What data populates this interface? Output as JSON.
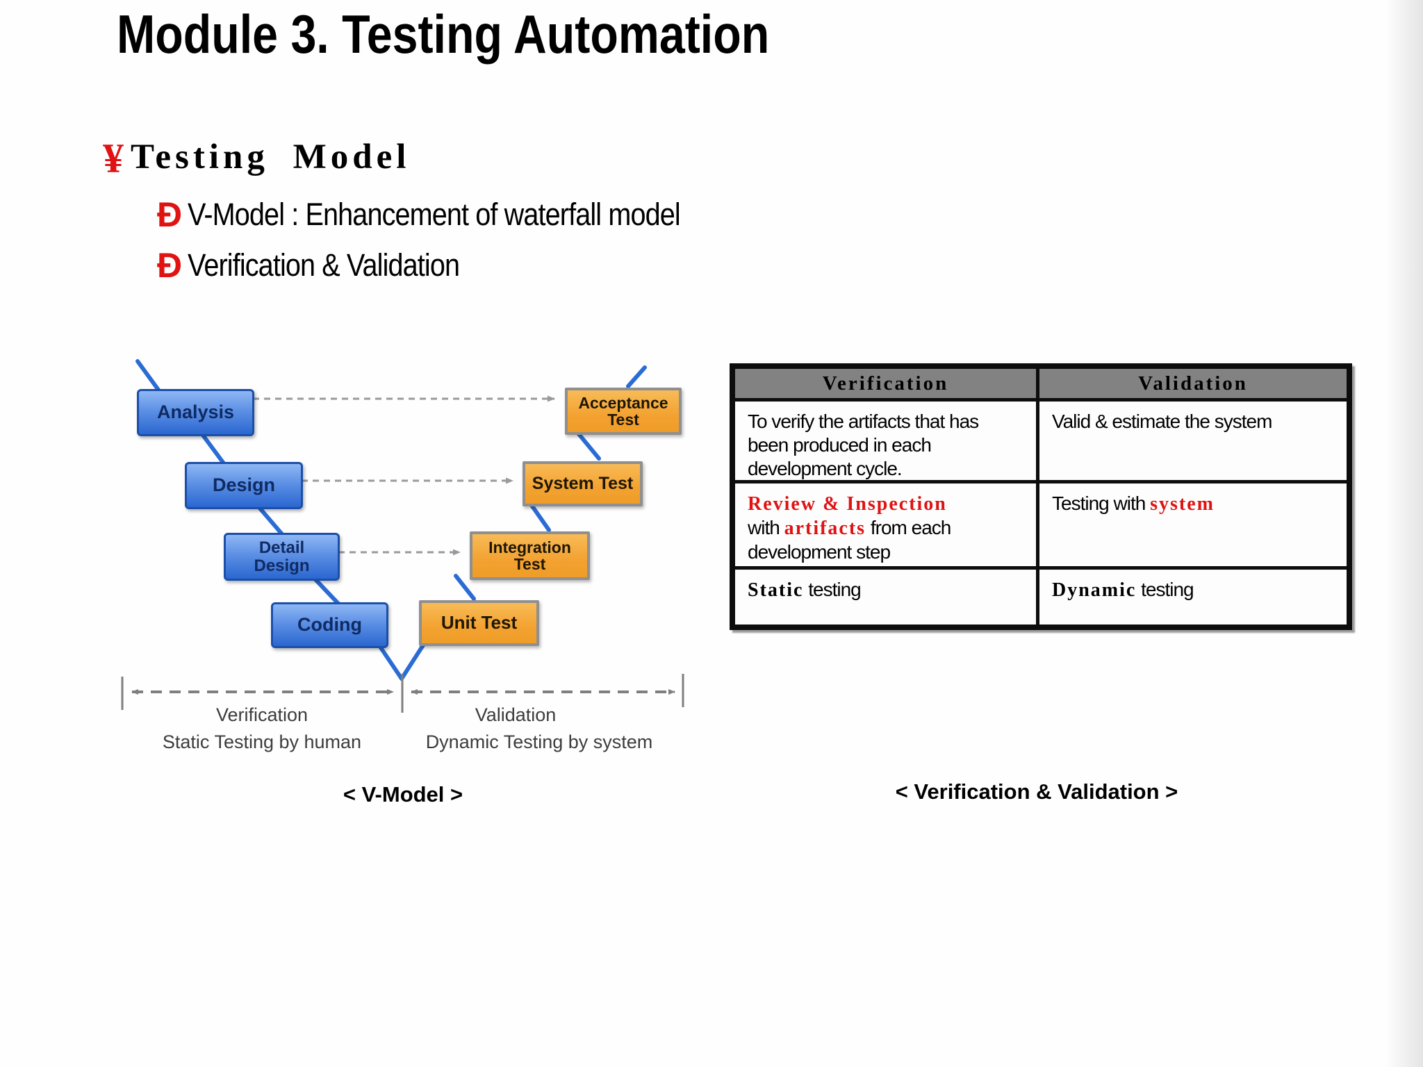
{
  "slide": {
    "title": "Module 3. Testing Automation",
    "bullet_marker": "¥",
    "bullet_text": "Testing  Model",
    "sub_bullet_marker": "Ð",
    "sub_bullets": [
      "V-Model : Enhancement of waterfall model",
      "Verification & Validation"
    ]
  },
  "diagram": {
    "caption": "< V-Model >",
    "phase_boxes": [
      {
        "label": "Analysis"
      },
      {
        "label": "Design"
      },
      {
        "label": "Detail\nDesign"
      },
      {
        "label": "Coding"
      }
    ],
    "test_boxes": [
      {
        "label": "Acceptance\nTest"
      },
      {
        "label": "System Test"
      },
      {
        "label": "Integration\nTest"
      },
      {
        "label": "Unit Test"
      }
    ],
    "left_measure_label": "Verification",
    "left_measure_sub": "Static Testing by human",
    "right_measure_label": "Validation",
    "right_measure_sub": "Dynamic Testing by system"
  },
  "table": {
    "caption": "< Verification & Validation >",
    "headers": [
      "Verification",
      "Validation"
    ],
    "rows": [
      {
        "verification": [
          {
            "text": "To verify the artifacts that has\nbeen produced in each\ndevelopment cycle.",
            "style": "sans"
          }
        ],
        "validation": [
          {
            "text": "Valid & estimate the system",
            "style": "sans"
          }
        ]
      },
      {
        "verification": [
          {
            "text": "Review & Inspection",
            "style": "serif-red"
          },
          {
            "text": "\nwith ",
            "style": "sans"
          },
          {
            "text": "artifacts",
            "style": "serif-red"
          },
          {
            "text": " from each\ndevelopment step",
            "style": "sans"
          }
        ],
        "validation": [
          {
            "text": "Testing with ",
            "style": "sans"
          },
          {
            "text": "system",
            "style": "serif-red"
          }
        ]
      },
      {
        "verification": [
          {
            "text": "Static",
            "style": "serif-black"
          },
          {
            "text": "  testing",
            "style": "sans"
          }
        ],
        "validation": [
          {
            "text": "Dynamic",
            "style": "serif-black"
          },
          {
            "text": "  testing",
            "style": "sans"
          }
        ]
      }
    ]
  },
  "colors": {
    "accent_red": "#e01212",
    "phase_box_fill": "#2b67d0",
    "test_box_fill": "#f3a231",
    "table_header_bg": "#828282",
    "connector_blue": "#2a6cd4",
    "dashed_gray": "#9a9a9a"
  }
}
